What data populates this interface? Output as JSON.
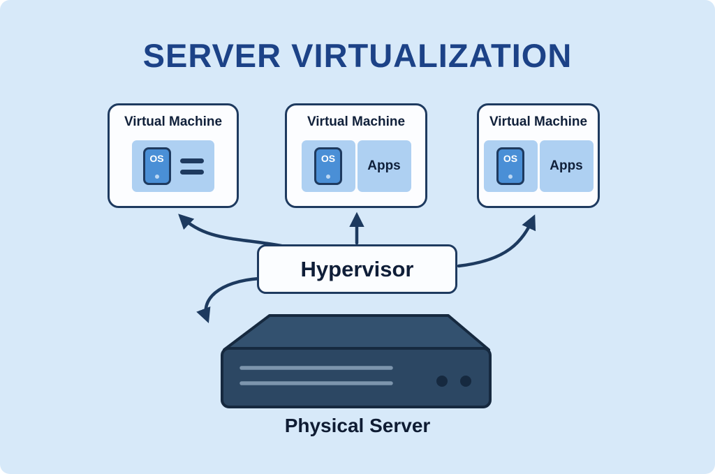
{
  "title": "SERVER VIRTUALIZATION",
  "hypervisor": {
    "label": "Hypervisor"
  },
  "physical_server": {
    "label": "Physical Server"
  },
  "vms": [
    {
      "label": "Virtual Machine",
      "os_label": "OS",
      "content": "os-with-lines"
    },
    {
      "label": "Virtual Machine",
      "os_label": "OS",
      "apps_label": "Apps",
      "content": "os-and-apps"
    },
    {
      "label": "Virtual Machine",
      "os_label": "OS",
      "apps_label": "Apps",
      "content": "os-and-apps"
    }
  ],
  "colors": {
    "background": "#d7e9f9",
    "title_text": "#1c4287",
    "box_border": "#1e3a5f",
    "box_fill": "#fcfdff",
    "panel_fill": "#aed0f2",
    "os_icon_fill": "#4a8fd6",
    "arrow": "#1d3a5f",
    "server_top": "#33516f",
    "server_front": "#2c4763",
    "text_dark": "#10203a"
  }
}
